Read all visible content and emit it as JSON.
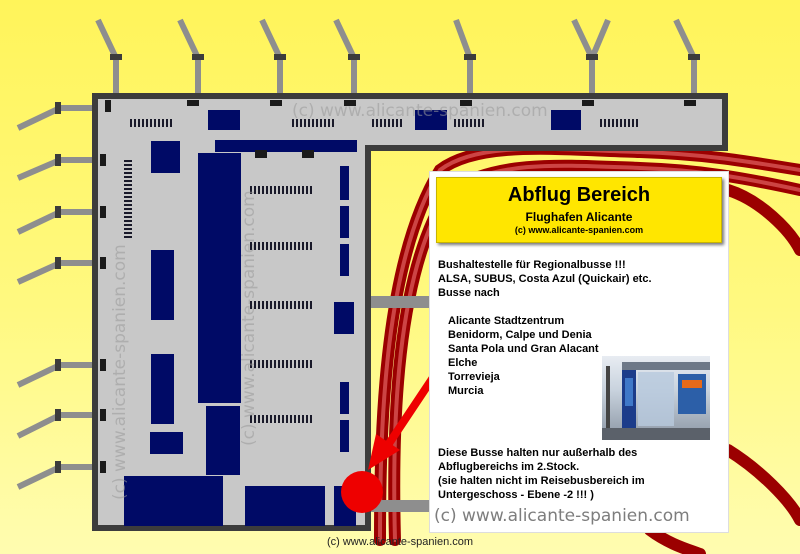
{
  "map": {
    "watermark": "(c) www.alicante-spanien.com"
  },
  "panel": {
    "title": "Abflug Bereich",
    "subtitle": "Flughafen Alicante",
    "title_url": "(c) www.alicante-spanien.com",
    "intro_lines": [
      "Bushaltestelle für Regionalbusse !!!",
      "ALSA, SUBUS, Costa Azul (Quickair) etc.",
      "Busse nach"
    ],
    "destinations": [
      "Alicante Stadtzentrum",
      "Benidorm, Calpe und Denia",
      "Santa Pola und Gran Alacant",
      "Elche",
      "Torrevieja",
      "Murcia"
    ],
    "note_lines": [
      "Diese Busse halten nur außerhalb des",
      "Abflugbereichs im 2.Stock.",
      "(sie halten nicht im Reisebusbereich im",
      "Untergeschoss - Ebene -2 !!! )"
    ],
    "watermark": "(c) www.alicante-spanien.com"
  },
  "footer": {
    "credit": "(c) www.alicante-spanien.com"
  },
  "colors": {
    "building": "#c8c8c8",
    "outline": "#3c3c3c",
    "block": "#000a66",
    "road": "#9b0000",
    "marker": "#ee0000",
    "background": "#fff45a"
  },
  "icons": [
    "red-location-marker",
    "red-arrow",
    "bus-stop-photo"
  ]
}
